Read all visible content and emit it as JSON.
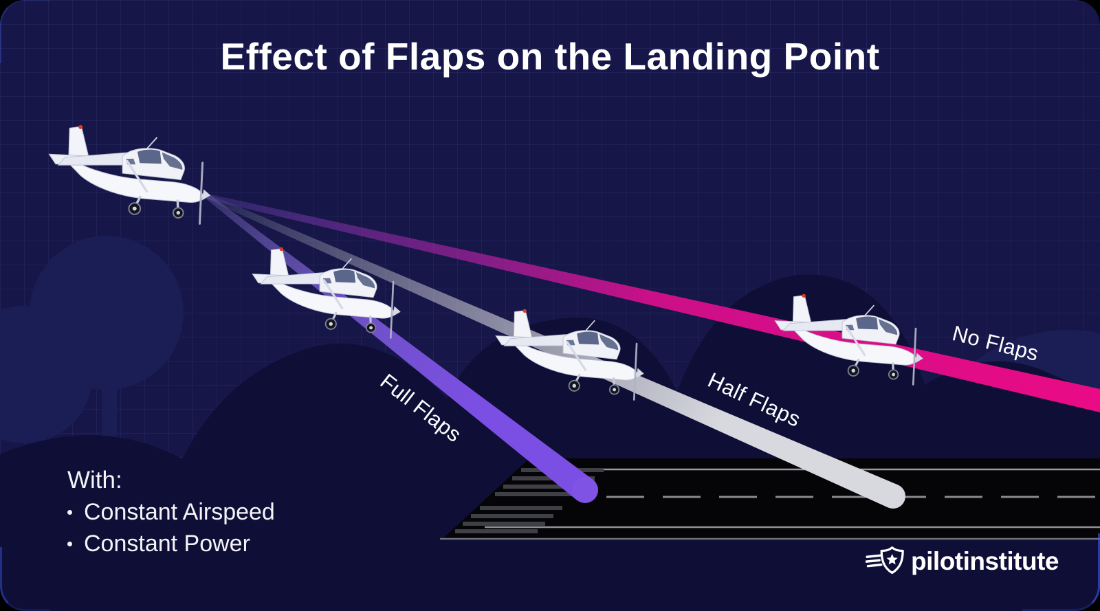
{
  "title": "Effect of Flaps on the Landing Point",
  "diagram": {
    "trails": [
      {
        "name": "full-flaps",
        "label": "Full Flaps",
        "color": "#7b4fe3"
      },
      {
        "name": "half-flaps",
        "label": "Half Flaps",
        "color": "#d8d8df"
      },
      {
        "name": "no-flaps",
        "label": "No Flaps",
        "color": "#e50c86"
      }
    ],
    "airplanes": [
      {
        "name": "airplane-start"
      },
      {
        "name": "airplane-full-flaps"
      },
      {
        "name": "airplane-half-flaps"
      },
      {
        "name": "airplane-no-flaps"
      }
    ]
  },
  "conditions": {
    "heading": "With:",
    "items": [
      "Constant Airspeed",
      "Constant Power"
    ]
  },
  "brand": {
    "logo": "pilotinstitute",
    "logo_icon": "winged-shield-star-icon"
  },
  "colors": {
    "background": "#161648",
    "runway": "#050507",
    "full_flaps": "#7b4fe3",
    "half_flaps": "#d8d8df",
    "no_flaps": "#e50c86",
    "text": "#ffffff"
  }
}
